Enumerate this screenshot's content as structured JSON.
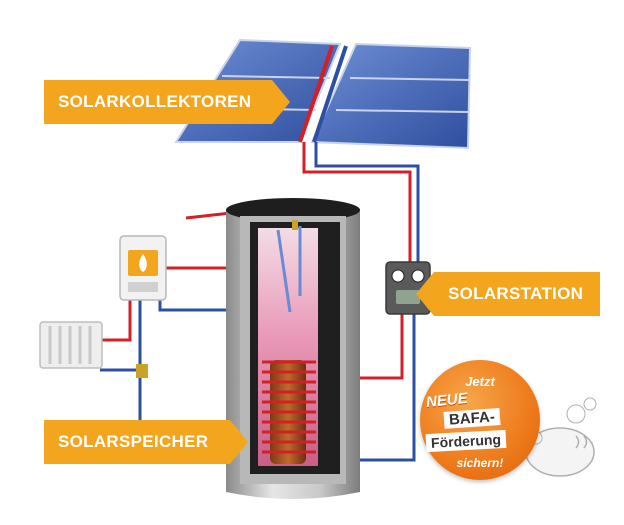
{
  "labels": {
    "collectors": "SOLARKOLLEKTOREN",
    "station": "SOLARSTATION",
    "storage": "SOLARSPEICHER"
  },
  "badge": {
    "line1": "Jetzt",
    "line2": "NEUE",
    "line3": "BAFA-",
    "line4": "Förderung",
    "line5": "sichern!"
  },
  "colors": {
    "label_bg": "#f3a51d",
    "pipe_hot": "#d32027",
    "pipe_cold": "#2c4fa3",
    "panel": "#3f61b8",
    "badge": "#ee7a1a"
  },
  "icons": [
    "solar-panel-icon",
    "boiler-icon",
    "radiator-icon",
    "pump-station-icon",
    "piggy-bank-icon"
  ]
}
